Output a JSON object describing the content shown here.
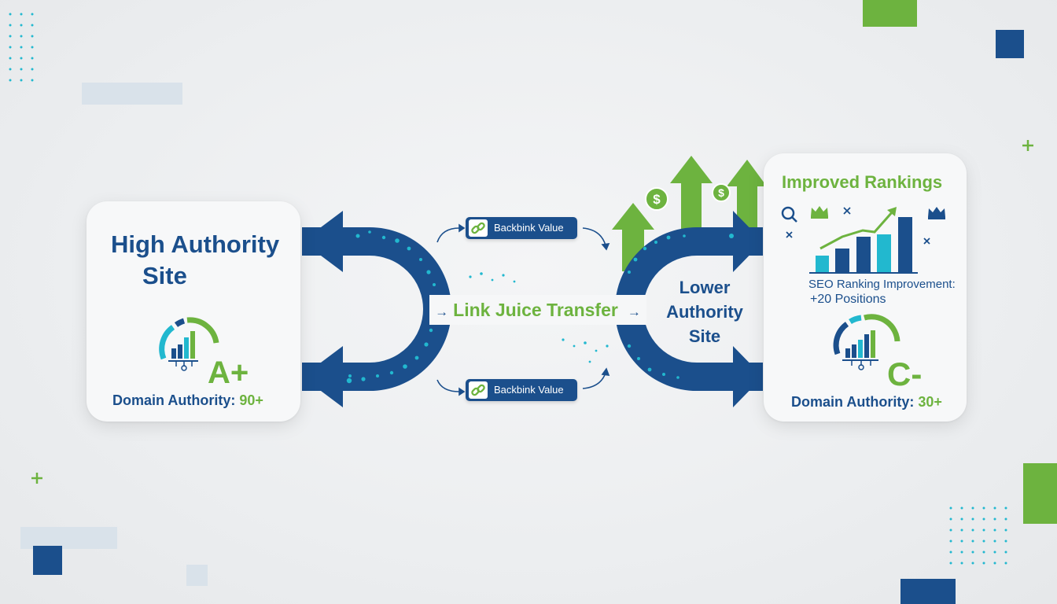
{
  "source_site": {
    "title_line1": "High Authority",
    "title_line2": "Site",
    "grade": "A+",
    "domain_authority_label": "Domain Authority:",
    "domain_authority_value": "90+"
  },
  "target_site": {
    "title_line1": "Lower",
    "title_line2": "Authority",
    "title_line3": "Site"
  },
  "transfer": {
    "label": "Link Juice Transfer",
    "arrow_left": "→",
    "arrow_right": "→"
  },
  "backlinks": [
    {
      "label": "Backbink Value"
    },
    {
      "label": "Backbink Value"
    }
  ],
  "rankings_card": {
    "title": "Improved Rankings",
    "seo_line1": "SEO Ranking Improvement:",
    "seo_line2": "+20 Positions",
    "grade": "C-",
    "domain_authority_label": "Domain Authority:",
    "domain_authority_value": "30+"
  },
  "icons": [
    "link-icon",
    "magnifier-icon",
    "crown-icon",
    "dollar-coin-icon",
    "growth-arrow-icon",
    "bar-chart-icon",
    "gauge-icon",
    "plus-icon"
  ],
  "colors": {
    "navy": "#1b4f8c",
    "green": "#6db33f",
    "teal": "#22b8cf",
    "background": "#eceef0",
    "card": "#f7f8f9"
  }
}
